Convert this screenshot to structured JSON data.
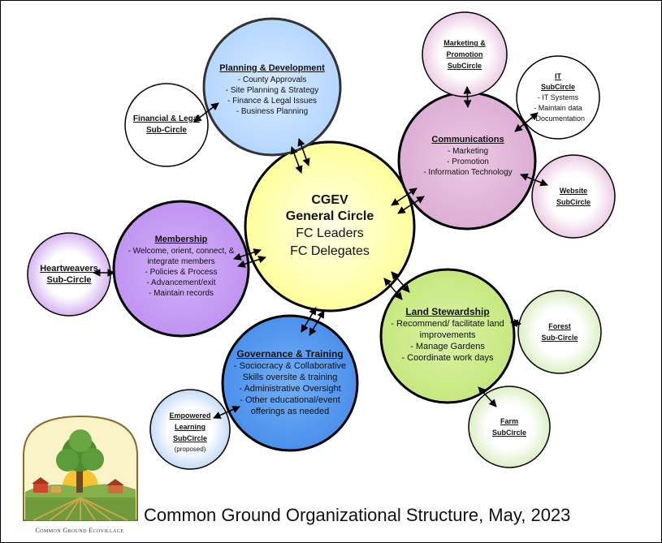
{
  "diagram": {
    "footer_title": "Common Ground Organizational Structure, May, 2023",
    "logo_caption": "Common Ground Ecovillage",
    "center": {
      "title_line1": "CGEV",
      "title_line2": "General Circle",
      "line3": "FC Leaders",
      "line4": "FC Delegates"
    },
    "planning": {
      "title": "Planning & Development",
      "items": [
        "- County Approvals",
        "- Site Planning & Strategy",
        "- Finance & Legal Issues",
        "- Business Planning"
      ]
    },
    "communications": {
      "title": "Communications",
      "items": [
        "- Marketing",
        "- Promotion",
        "- Information Technology"
      ]
    },
    "membership": {
      "title": "Membership",
      "items": [
        "- Welcome, orient, connect, &",
        "integrate members",
        "- Policies & Process",
        "- Advancement/exit",
        "- Maintain records"
      ]
    },
    "land": {
      "title": "Land Stewardship",
      "items": [
        "- Recommend/ facilitate land",
        "improvements",
        "- Manage Gardens",
        "- Coordinate work days"
      ]
    },
    "governance": {
      "title": "Governance & Training",
      "items": [
        "- Sociocracy & Collaborative",
        "Skills oversite & training",
        "- Administrative Oversight",
        "- Other educational/event",
        "offerings as needed"
      ]
    },
    "financial": {
      "line1": "Financial & Legal",
      "line2": "Sub-Circle"
    },
    "marketing": {
      "line1": "Marketing &",
      "line2": "Promotion",
      "line3": "SubCircle"
    },
    "it": {
      "line1": "IT",
      "line2": "SubCircle",
      "items": [
        "- IT Systems",
        "- Maintain data",
        "- Documentation"
      ]
    },
    "website": {
      "line1": "Website",
      "line2": "SubCircle"
    },
    "heartweavers": {
      "line1": "Heartweavers",
      "line2": "Sub-Circle"
    },
    "forest": {
      "line1": "Forest",
      "line2": "Sub-Circle"
    },
    "farm": {
      "line1": "Farm",
      "line2": "SubCircle"
    },
    "empowered": {
      "line1": "Empowered",
      "line2": "Learning",
      "line3": "SubCircle",
      "note": "(proposed)"
    },
    "colors": {
      "center": "#ffffa8",
      "planning": "#bcdcff",
      "communications": "#e0b4d8",
      "membership": "#c79cf5",
      "land": "#cdeb8b",
      "governance": "#5a9cf0",
      "subcircle_white": "#ffffff",
      "subcircle_purple": "#d9b8f0",
      "subcircle_pink": "#f0d4e8",
      "subcircle_green": "#e4f4d0",
      "subcircle_blue": "#cfe2f8"
    }
  }
}
